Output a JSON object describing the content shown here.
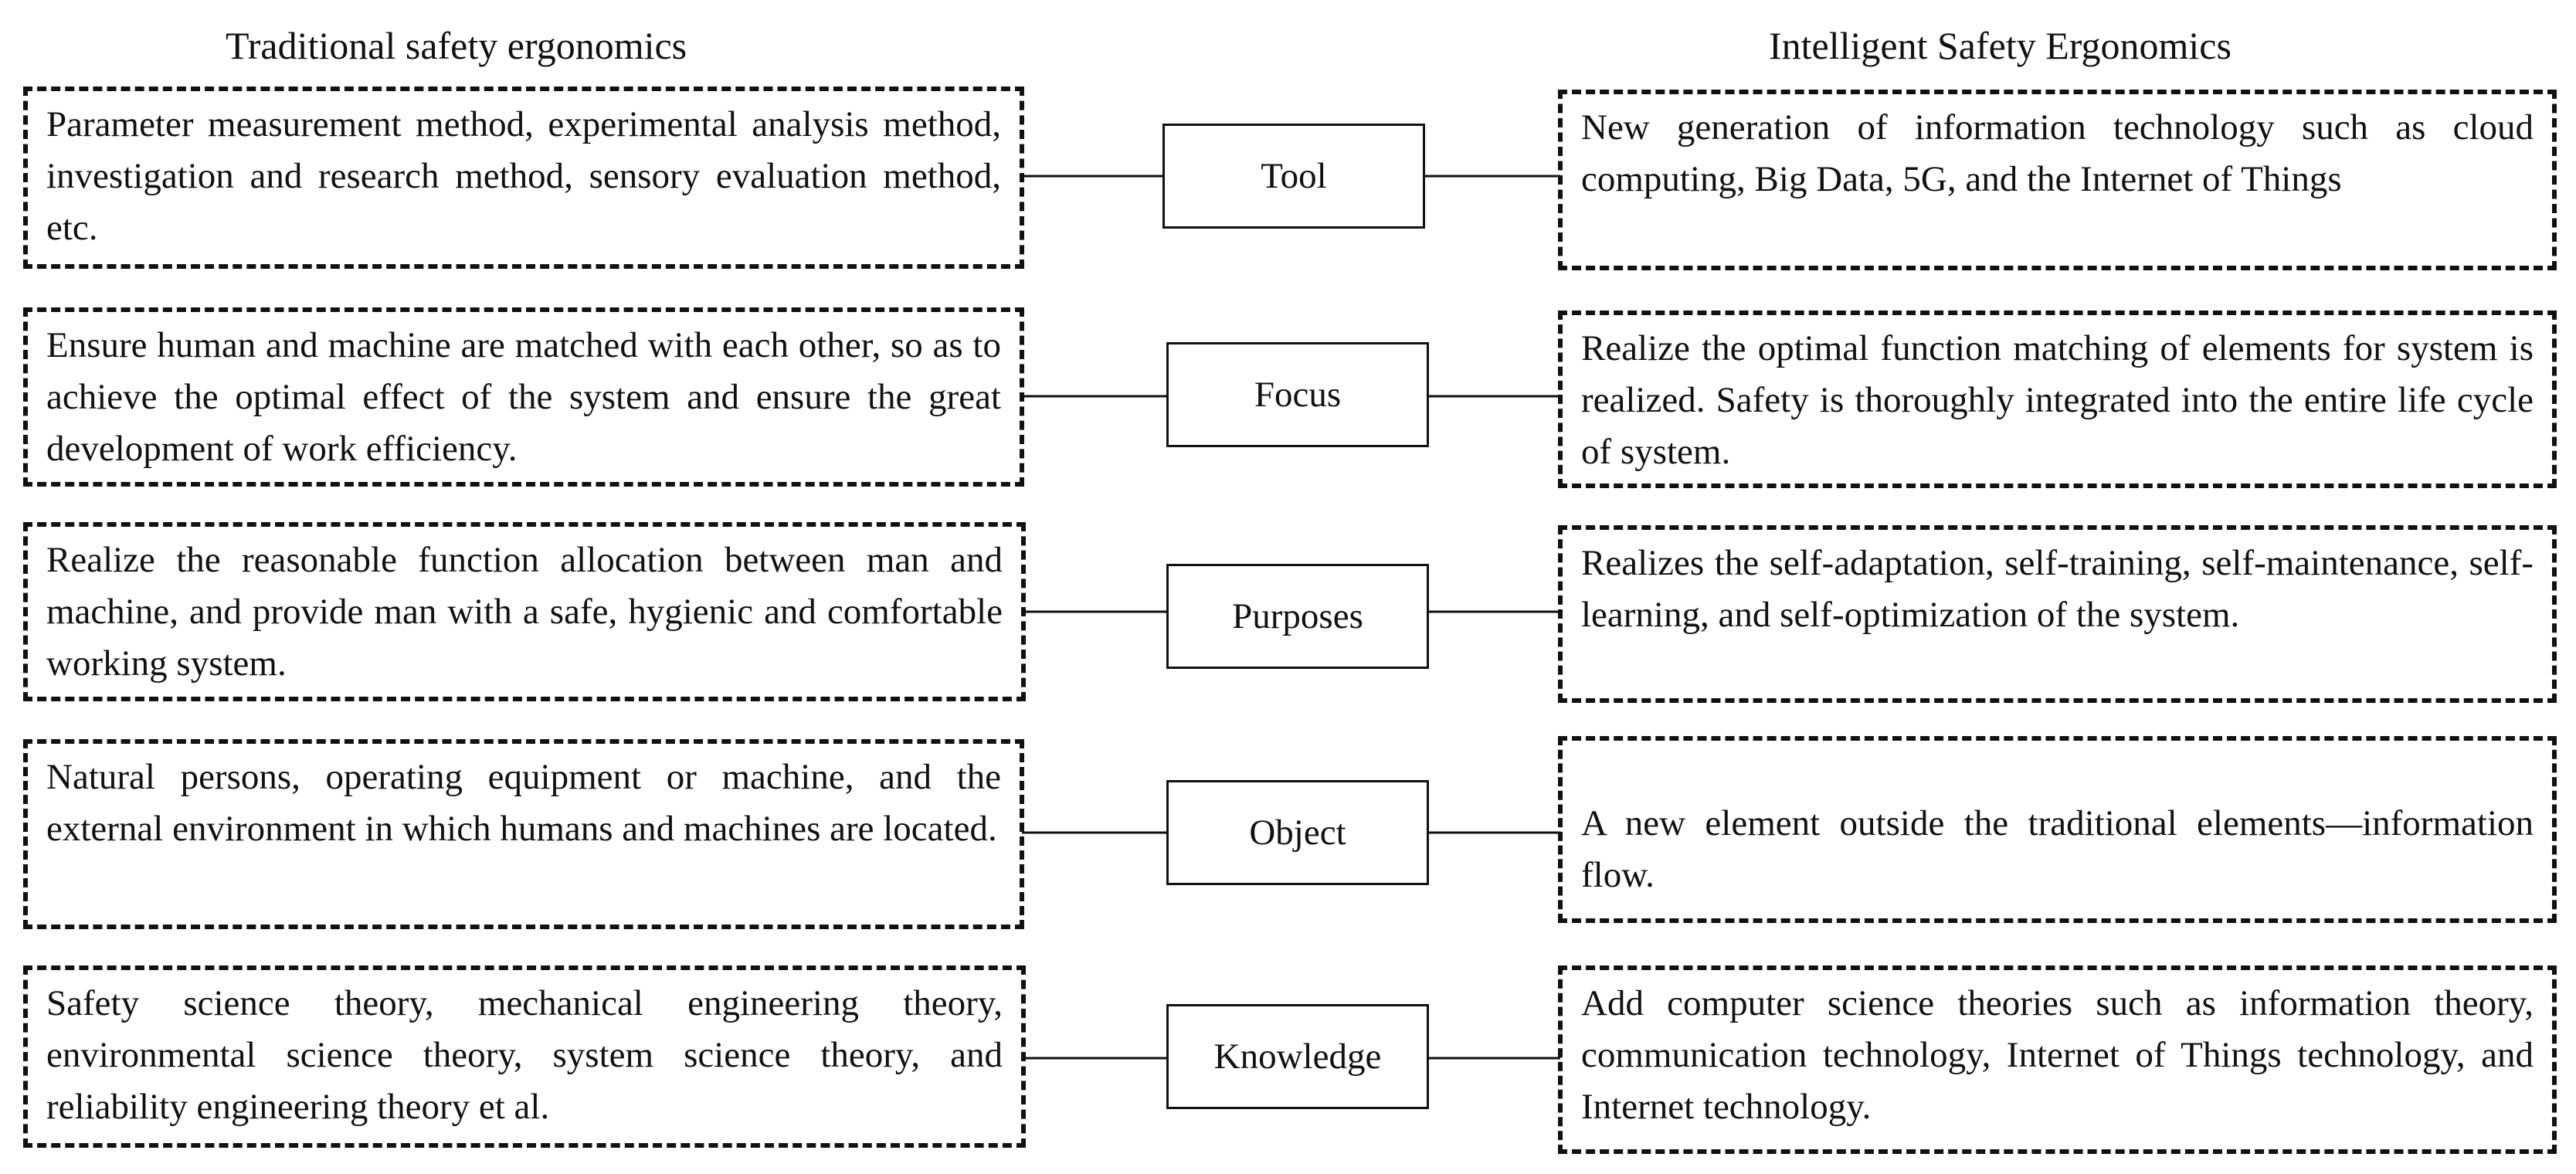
{
  "headers": {
    "left": "Traditional safety ergonomics",
    "right": "Intelligent Safety Ergonomics"
  },
  "rows": [
    {
      "category": "Tool",
      "traditional": "Parameter measurement method, experimental analysis method, investigation and research method, sensory evaluation method, etc.",
      "intelligent": "New generation of information technology such as cloud computing, Big Data, 5G, and the Internet of Things"
    },
    {
      "category": "Focus",
      "traditional": "Ensure human and machine are matched with each other, so as to achieve the optimal effect of the system and ensure the great development of work efficiency.",
      "intelligent": "Realize the optimal function matching of elements for system is realized. Safety is thoroughly integrated into the entire life cycle of  system."
    },
    {
      "category": "Purposes",
      "traditional": "Realize the reasonable function allocation between man and machine, and provide man with a safe, hygienic and comfortable working system.",
      "intelligent": "Realizes the self-adaptation, self-training, self-maintenance, self-learning, and self-optimization of the system."
    },
    {
      "category": "Object",
      "traditional": "Natural persons, operating equipment or machine, and the external environment in which humans and machines are located.",
      "intelligent": "A new element outside the traditional elements—information flow."
    },
    {
      "category": "Knowledge",
      "traditional": "Safety science theory, mechanical engineering theory, environmental science theory, system science theory, and reliability engineering theory et al.",
      "intelligent": "Add computer science theories such as information theory, communication technology, Internet of Things technology, and Internet technology."
    }
  ]
}
